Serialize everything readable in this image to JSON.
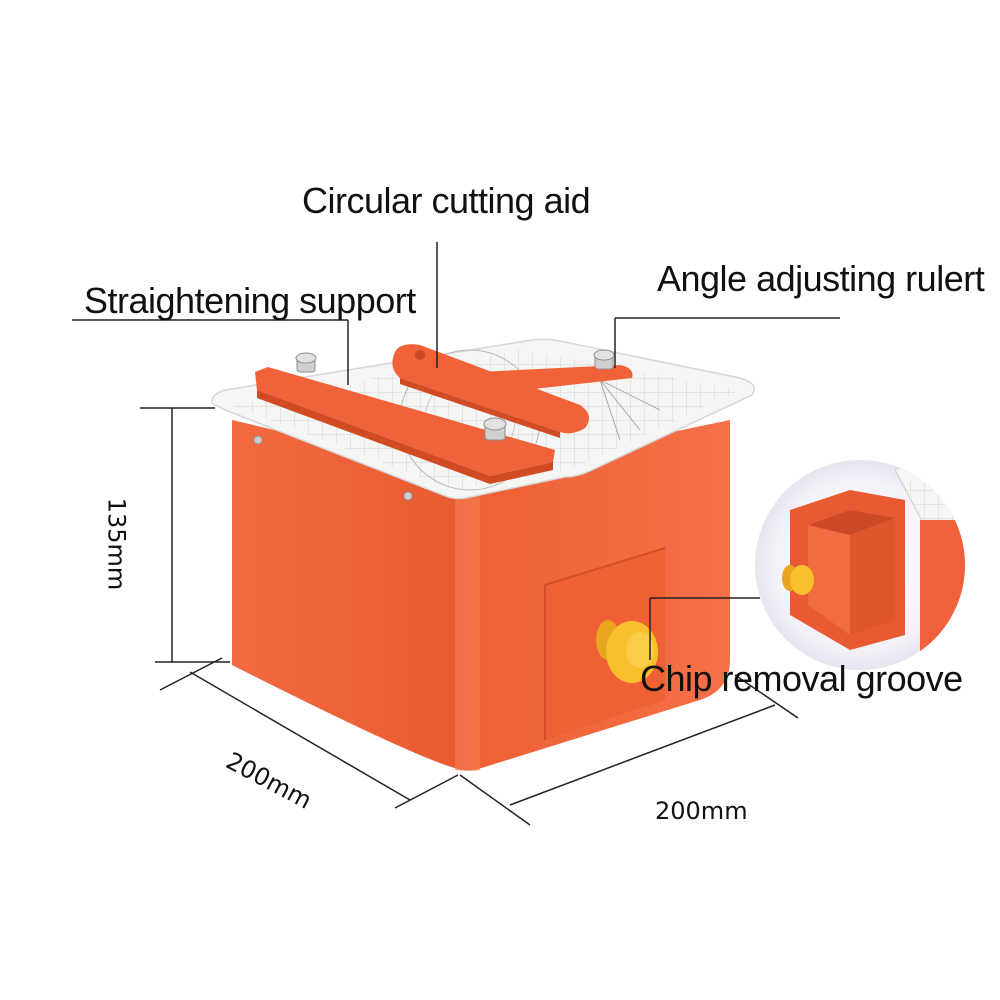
{
  "labels": {
    "circular_cutting_aid": "Circular cutting aid",
    "straightening_support": "Straightening support",
    "angle_adjusting_ruler": "Angle adjusting rulert",
    "chip_removal_groove": "Chip removal groove"
  },
  "dimensions": {
    "height": "135mm",
    "depth": "200mm",
    "width": "200mm"
  },
  "colors": {
    "body_orange": "#f2623a",
    "knob_yellow": "#f7bf2a",
    "plate_white": "#f4f4f2"
  }
}
